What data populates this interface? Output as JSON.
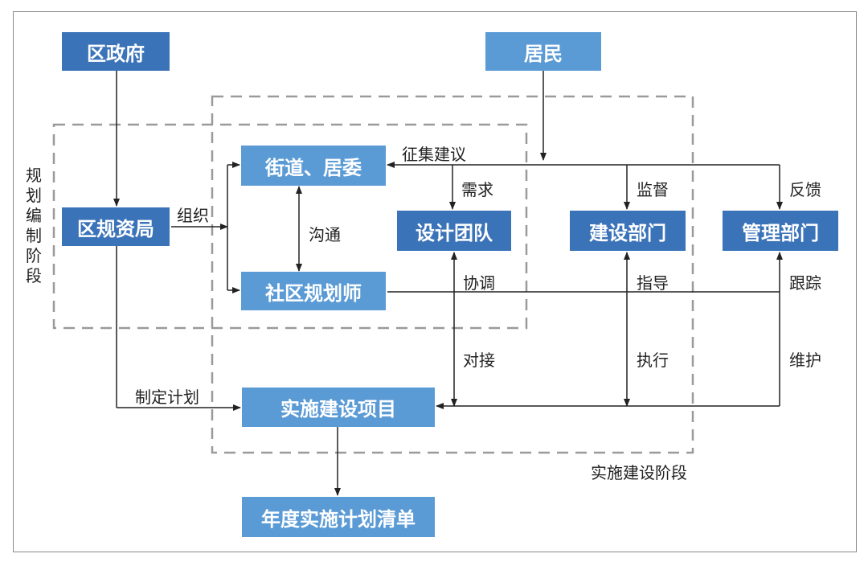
{
  "boxes": {
    "district_gov": "区政府",
    "residents": "居民",
    "street_committee": "街道、居委",
    "planning_bureau": "区规资局",
    "design_team": "设计团队",
    "construction_dept": "建设部门",
    "management_dept": "管理部门",
    "community_planner": "社区规划师",
    "implementation_project": "实施建设项目",
    "annual_plan_list": "年度实施计划清单"
  },
  "labels": {
    "collect_suggestions": "征集建议",
    "demand": "需求",
    "supervise": "监督",
    "feedback": "反馈",
    "organize": "组织",
    "communicate": "沟通",
    "coordinate": "协调",
    "guide": "指导",
    "track": "跟踪",
    "connect": "对接",
    "execute": "执行",
    "maintain": "维护",
    "make_plan": "制定计划"
  },
  "phases": {
    "planning_phase": "规划编制阶段",
    "implementation_phase": "实施建设阶段"
  },
  "colors": {
    "dark_box": "#3b73b9",
    "light_box": "#5b9bd5",
    "line": "#222222",
    "dash": "#9a9a9a"
  }
}
